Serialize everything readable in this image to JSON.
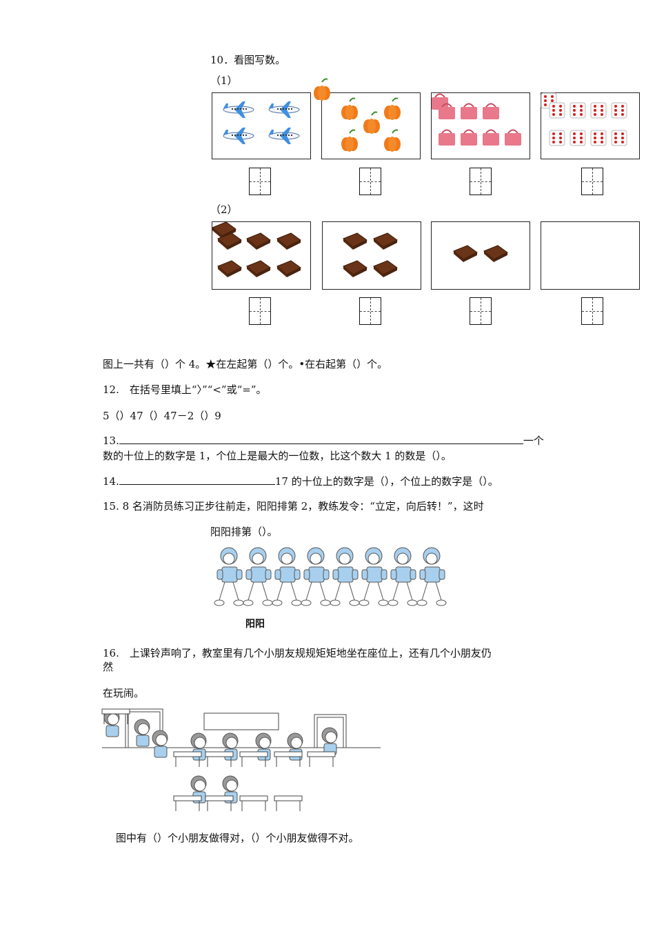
{
  "q10": {
    "title": "10．看图写数。",
    "part1": "（1）",
    "part2": "（2）"
  },
  "q11": {
    "text": "图上一共有（）个 4。★在左起第（）个。•在右起第（）个。"
  },
  "q12": {
    "title": "12.　在括号里填上“〉”“<”或“=”。",
    "line": "5（）47（）47－2（）9"
  },
  "q13": {
    "prefix": "13.",
    "suffix": "一个",
    "line2": "数的十位上的数字是 1，个位上是最大的一位数，比这个数大 1 的数是（）。"
  },
  "q14": {
    "prefix": "14.",
    "suffix": "17 的十位上的数字是（），个位上的数字是（）。"
  },
  "q15": {
    "line1": "15.  8 名消防员练习正步往前走，阳阳排第 2，教练发令：“立定，向后转！”，这时",
    "line2": "阳阳排第（）。",
    "figure_label": "阳阳"
  },
  "q16": {
    "line1": "16.　上课铃声响了，教室里有几个小朋友规规矩矩地坐在座位上，还有几个小朋友仍",
    "line1b": "然",
    "line2": "在玩闹。",
    "answer": "图中有（）个小朋友做得对，（）个小朋友做得不对。"
  },
  "colors": {
    "pumpkin": "#f07a1a",
    "bag": "#e8788a",
    "dice_pip": "#d42020",
    "chocolate": "#6a3418",
    "firefighter": "#a8d0ee"
  }
}
